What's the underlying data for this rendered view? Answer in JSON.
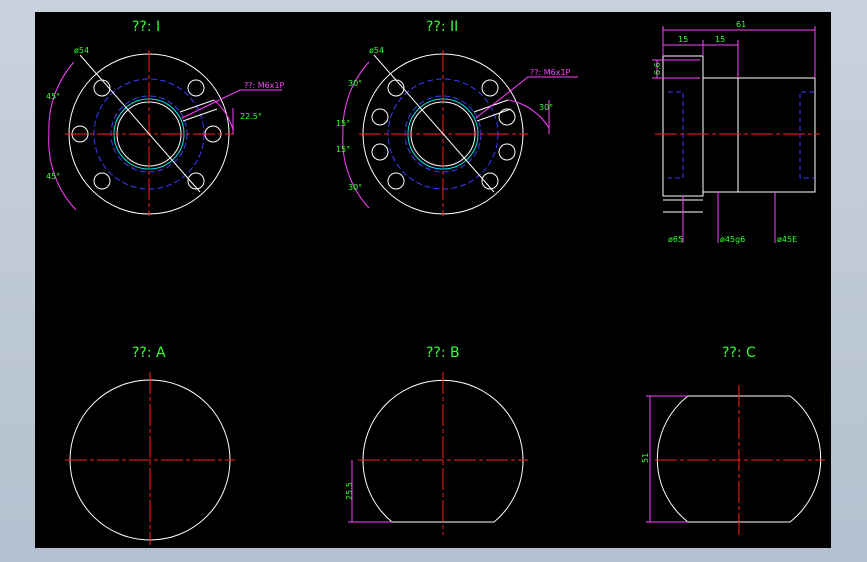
{
  "colors": {
    "background": "#000000",
    "geometry": "#ffffff",
    "centerline": "#ff2020",
    "hidden": "#3a3aff",
    "dimension": "#ff40ff",
    "text": "#33ff33",
    "thread": "#00e5e5"
  },
  "views": {
    "view1": {
      "title": "??: I"
    },
    "view2": {
      "title": "??: II"
    },
    "viewA": {
      "title": "??: A"
    },
    "viewB": {
      "title": "??: B"
    },
    "viewC": {
      "title": "??: C"
    }
  },
  "dims": {
    "v1": {
      "pcd": "ø54",
      "thread": "??: M6x1P",
      "angle_upper": "45°",
      "angle_lower": "45°",
      "angle_right": "22.5°"
    },
    "v2": {
      "pcd": "ø54",
      "thread": "??: M6x1P",
      "angle_a": "30°",
      "angle_b": "15°",
      "angle_c": "15°",
      "angle_d": "30°",
      "angle_right": "30°"
    },
    "side": {
      "overall": "61",
      "flange": "15",
      "step": "15",
      "hole": "6.6",
      "dia1": "ø65",
      "dia2": "ø45g6",
      "dia3": "ø45E"
    },
    "viewB_h": "25.5",
    "viewC_h": "51"
  }
}
